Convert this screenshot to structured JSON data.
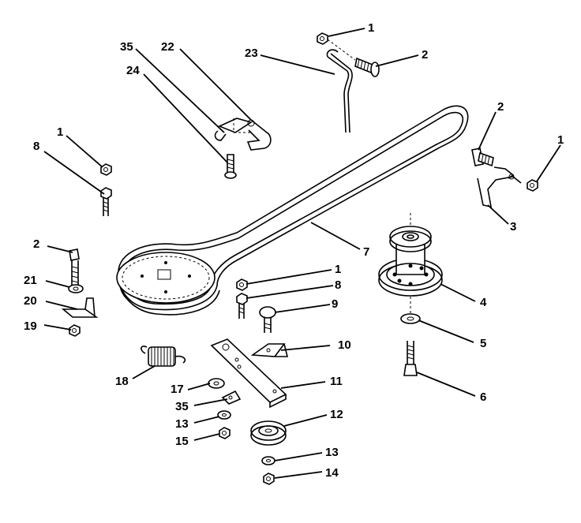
{
  "callouts": [
    {
      "id": "c-1a",
      "text": "1"
    },
    {
      "id": "c-2a",
      "text": "2"
    },
    {
      "id": "c-23",
      "text": "23"
    },
    {
      "id": "c-35a",
      "text": "35"
    },
    {
      "id": "c-22",
      "text": "22"
    },
    {
      "id": "c-24",
      "text": "24"
    },
    {
      "id": "c-2b",
      "text": "2"
    },
    {
      "id": "c-1b",
      "text": "1"
    },
    {
      "id": "c-1c",
      "text": "1"
    },
    {
      "id": "c-8a",
      "text": "8"
    },
    {
      "id": "c-3",
      "text": "3"
    },
    {
      "id": "c-2c",
      "text": "2"
    },
    {
      "id": "c-7",
      "text": "7"
    },
    {
      "id": "c-21",
      "text": "21"
    },
    {
      "id": "c-20",
      "text": "20"
    },
    {
      "id": "c-19",
      "text": "19"
    },
    {
      "id": "c-1d",
      "text": "1"
    },
    {
      "id": "c-8b",
      "text": "8"
    },
    {
      "id": "c-9",
      "text": "9"
    },
    {
      "id": "c-4",
      "text": "4"
    },
    {
      "id": "c-5",
      "text": "5"
    },
    {
      "id": "c-10",
      "text": "10"
    },
    {
      "id": "c-18",
      "text": "18"
    },
    {
      "id": "c-17",
      "text": "17"
    },
    {
      "id": "c-11",
      "text": "11"
    },
    {
      "id": "c-6",
      "text": "6"
    },
    {
      "id": "c-35b",
      "text": "35"
    },
    {
      "id": "c-12",
      "text": "12"
    },
    {
      "id": "c-13a",
      "text": "13"
    },
    {
      "id": "c-15",
      "text": "15"
    },
    {
      "id": "c-13b",
      "text": "13"
    },
    {
      "id": "c-14",
      "text": "14"
    }
  ]
}
